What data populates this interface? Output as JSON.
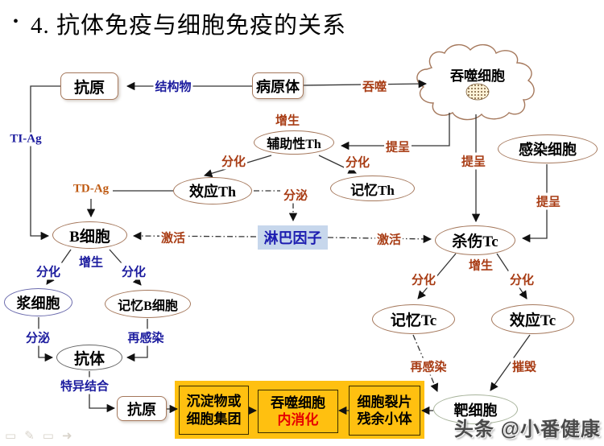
{
  "title": {
    "bullet": "•",
    "text": "4. 抗体免疫与细胞免疫的关系"
  },
  "nodes": {
    "antigen_top": "抗原",
    "pathogen": "病原体",
    "phagocyte": "吞噬细胞",
    "infected_cell": "感染细胞",
    "helper_th": "辅助性Th",
    "effector_th": "效应Th",
    "memory_th": "记忆Th",
    "b_cell": "B细胞",
    "lymphokine": "淋巴因子",
    "killer_tc": "杀伤Tc",
    "plasma_cell": "浆细胞",
    "memory_b_cell": "记忆B细胞",
    "memory_tc": "记忆Tc",
    "effector_tc": "效应Tc",
    "antibody": "抗体",
    "antigen_bottom": "抗原",
    "target_cell": "靶细胞",
    "precipitate_line1": "沉淀物或",
    "precipitate_line2": "细胞集团",
    "digest_line1": "吞噬细胞",
    "digest_line2": "内消化",
    "fragments_line1": "细胞裂片",
    "fragments_line2": "残余小体"
  },
  "labels": {
    "structure": "结构物",
    "engulf": "吞噬",
    "ti_ag": "TI-Ag",
    "td_ag": "TD-Ag",
    "present_to_th": "提呈",
    "present_to_tc": "提呈",
    "present_infected": "提呈",
    "proliferate_th": "增生",
    "proliferate_b": "增生",
    "proliferate_tc": "增生",
    "diff_th_left": "分化",
    "diff_th_right": "分化",
    "diff_b_left": "分化",
    "diff_b_right": "分化",
    "diff_tc_left": "分化",
    "diff_tc_right": "分化",
    "secrete_th": "分泌",
    "secrete_plasma": "分泌",
    "activate_b": "激活",
    "activate_tc": "激活",
    "reinfect_b": "再感染",
    "reinfect_tc": "再感染",
    "destroy": "摧毁",
    "specific_binding": "特异结合"
  },
  "watermark": "头条 @小番健康",
  "controls": {
    "icons": [
      {
        "name": "slide-nav-icon",
        "glyph": "▭"
      },
      {
        "name": "pen-tool-icon",
        "glyph": "✎"
      },
      {
        "name": "slide-menu-icon",
        "glyph": "▭"
      },
      {
        "name": "next-slide-icon",
        "glyph": "➜"
      }
    ]
  },
  "colors": {
    "rust_label": "#a83c14",
    "navy_label": "#1b1b9e",
    "td_ag": "#bf5a12",
    "digest_red": "#e60000",
    "highlight_yellow": "#ffc010",
    "lymphokine_bg": "#c7d7ec",
    "oval_border": "#a5785c"
  }
}
